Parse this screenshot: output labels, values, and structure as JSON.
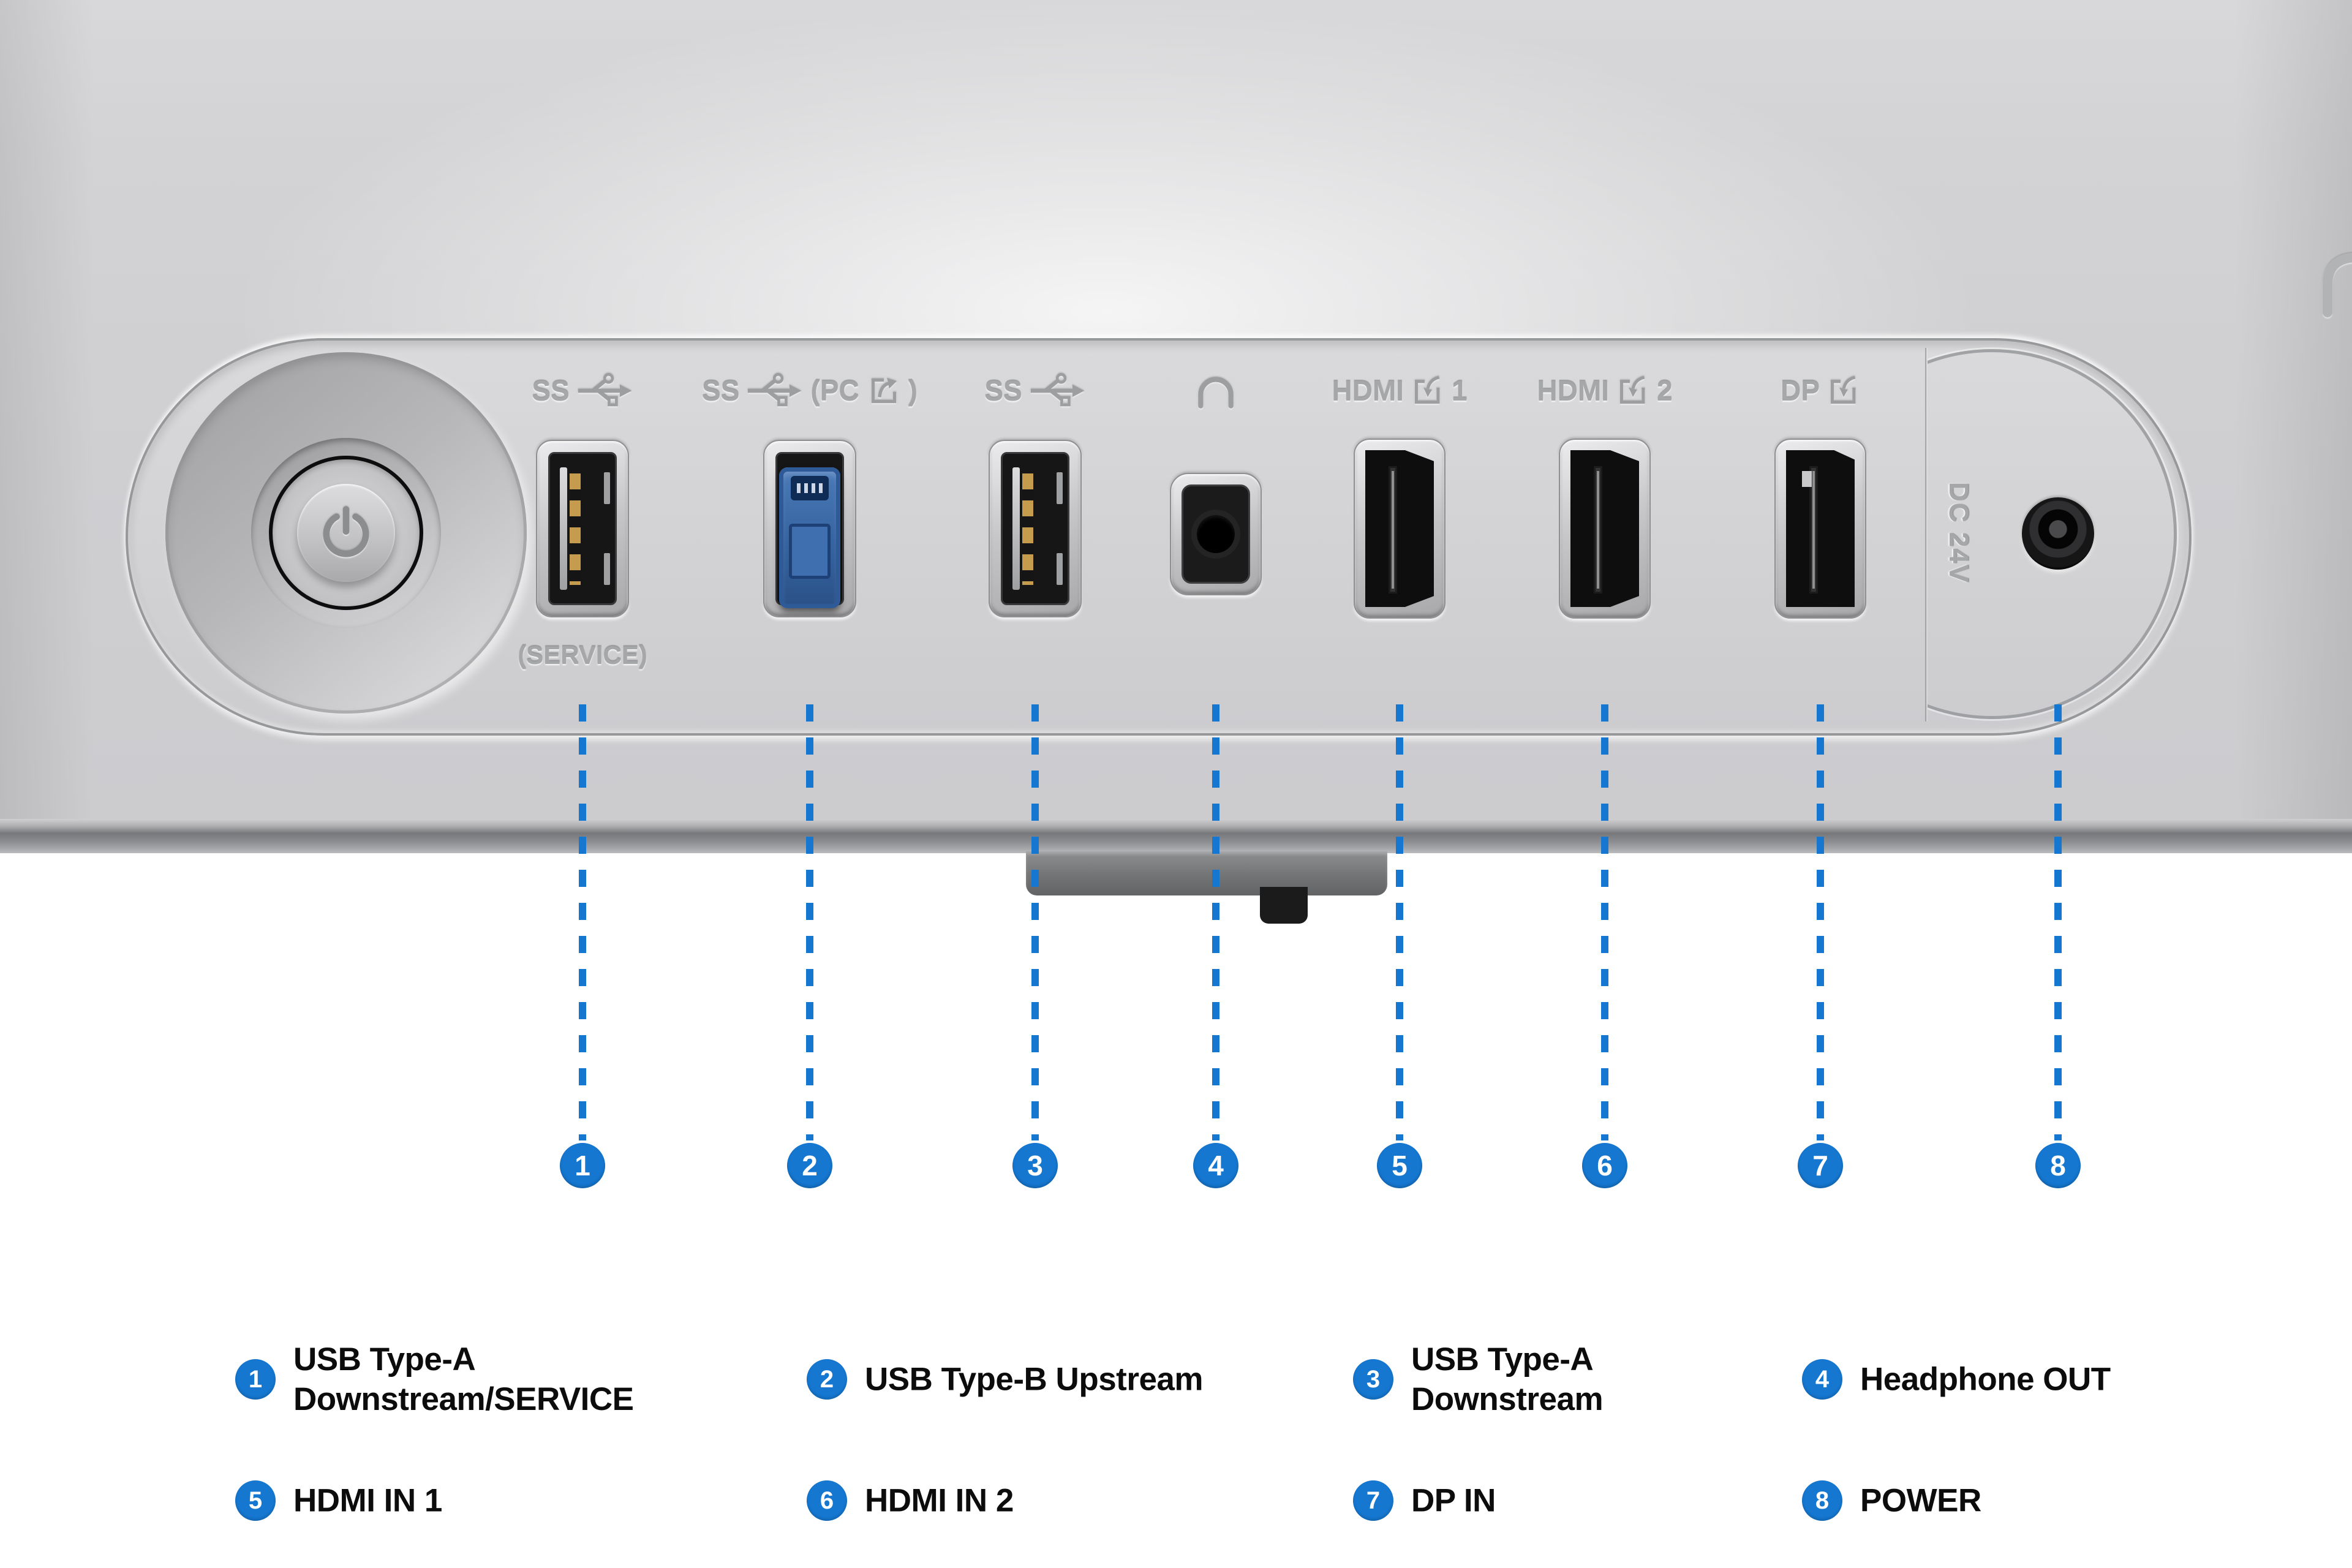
{
  "colors": {
    "accent_blue": "#1577d0",
    "monitor_gray": "#d3d3d5",
    "panel_gray": "#d5d5d7",
    "background": "#ffffff"
  },
  "panel": {
    "labels": {
      "usb_ss": "SS",
      "pc_prefix": "(PC",
      "pc_suffix": ")",
      "hdmi": "HDMI",
      "hdmi1_num": "1",
      "hdmi2_num": "2",
      "dp": "DP",
      "dc": "DC 24V",
      "service": "(SERVICE)"
    },
    "icons": {
      "power": "power-icon",
      "usb_trident": "usb-superspeed-trident-icon",
      "pc_upstream": "export-arrow-icon",
      "input": "input-arrow-icon",
      "headphone": "headphone-icon"
    }
  },
  "callouts": [
    {
      "number": "1"
    },
    {
      "number": "2"
    },
    {
      "number": "3"
    },
    {
      "number": "4"
    },
    {
      "number": "5"
    },
    {
      "number": "6"
    },
    {
      "number": "7"
    },
    {
      "number": "8"
    }
  ],
  "legend": {
    "rows": [
      [
        {
          "number": "1",
          "line1": "USB Type-A",
          "line2": "Downstream/SERVICE"
        },
        {
          "number": "2",
          "line1": "USB Type-B Upstream",
          "line2": ""
        },
        {
          "number": "3",
          "line1": "USB Type-A",
          "line2": "Downstream"
        },
        {
          "number": "4",
          "line1": "Headphone OUT",
          "line2": ""
        }
      ],
      [
        {
          "number": "5",
          "line1": "HDMI IN 1",
          "line2": ""
        },
        {
          "number": "6",
          "line1": "HDMI IN 2",
          "line2": ""
        },
        {
          "number": "7",
          "line1": "DP IN",
          "line2": ""
        },
        {
          "number": "8",
          "line1": "POWER",
          "line2": ""
        }
      ]
    ]
  }
}
